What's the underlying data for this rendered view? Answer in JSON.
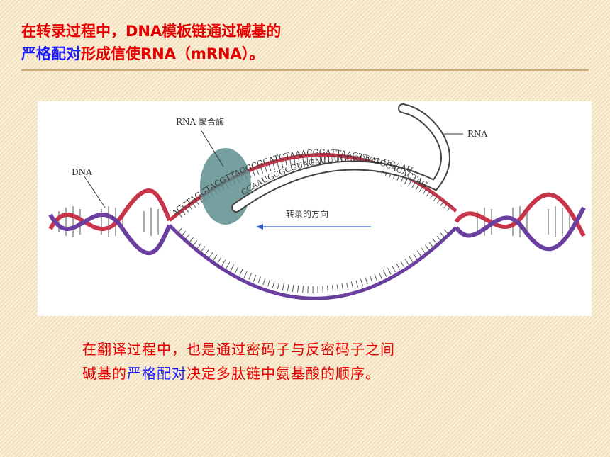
{
  "title": {
    "line1": "在转录过程中，DNA模板链通过碱基的",
    "line2_highlight": "严格配对",
    "line2_rest": "形成信使RNA（mRNA）。"
  },
  "figure": {
    "label_polymerase": "RNA 聚合酶",
    "label_dna": "DNA",
    "label_rna": "RNA",
    "label_direction": "转录的方向",
    "seq_template": "ACCTAGGTACGTTAGGCGCATCTAAACGGATTAAGTTAGGCACACTAG",
    "seq_rna": "CCAAUGCGCGUAGAUUUGCCUAAUUCAAU"
  },
  "note": {
    "line1": "在翻译过程中，也是通过密码子与反密码子之间",
    "line2_pre": "碱基的",
    "line2_highlight": "严格配对",
    "line2_rest": "决定多肽链中氨基酸的顺序。"
  },
  "colors": {
    "red": "#e60000",
    "blue": "#1a1aff",
    "dna_red_strand": "#c8344a",
    "dna_purple_strand": "#6a3fa0",
    "polymerase": "#5e8e8f"
  }
}
